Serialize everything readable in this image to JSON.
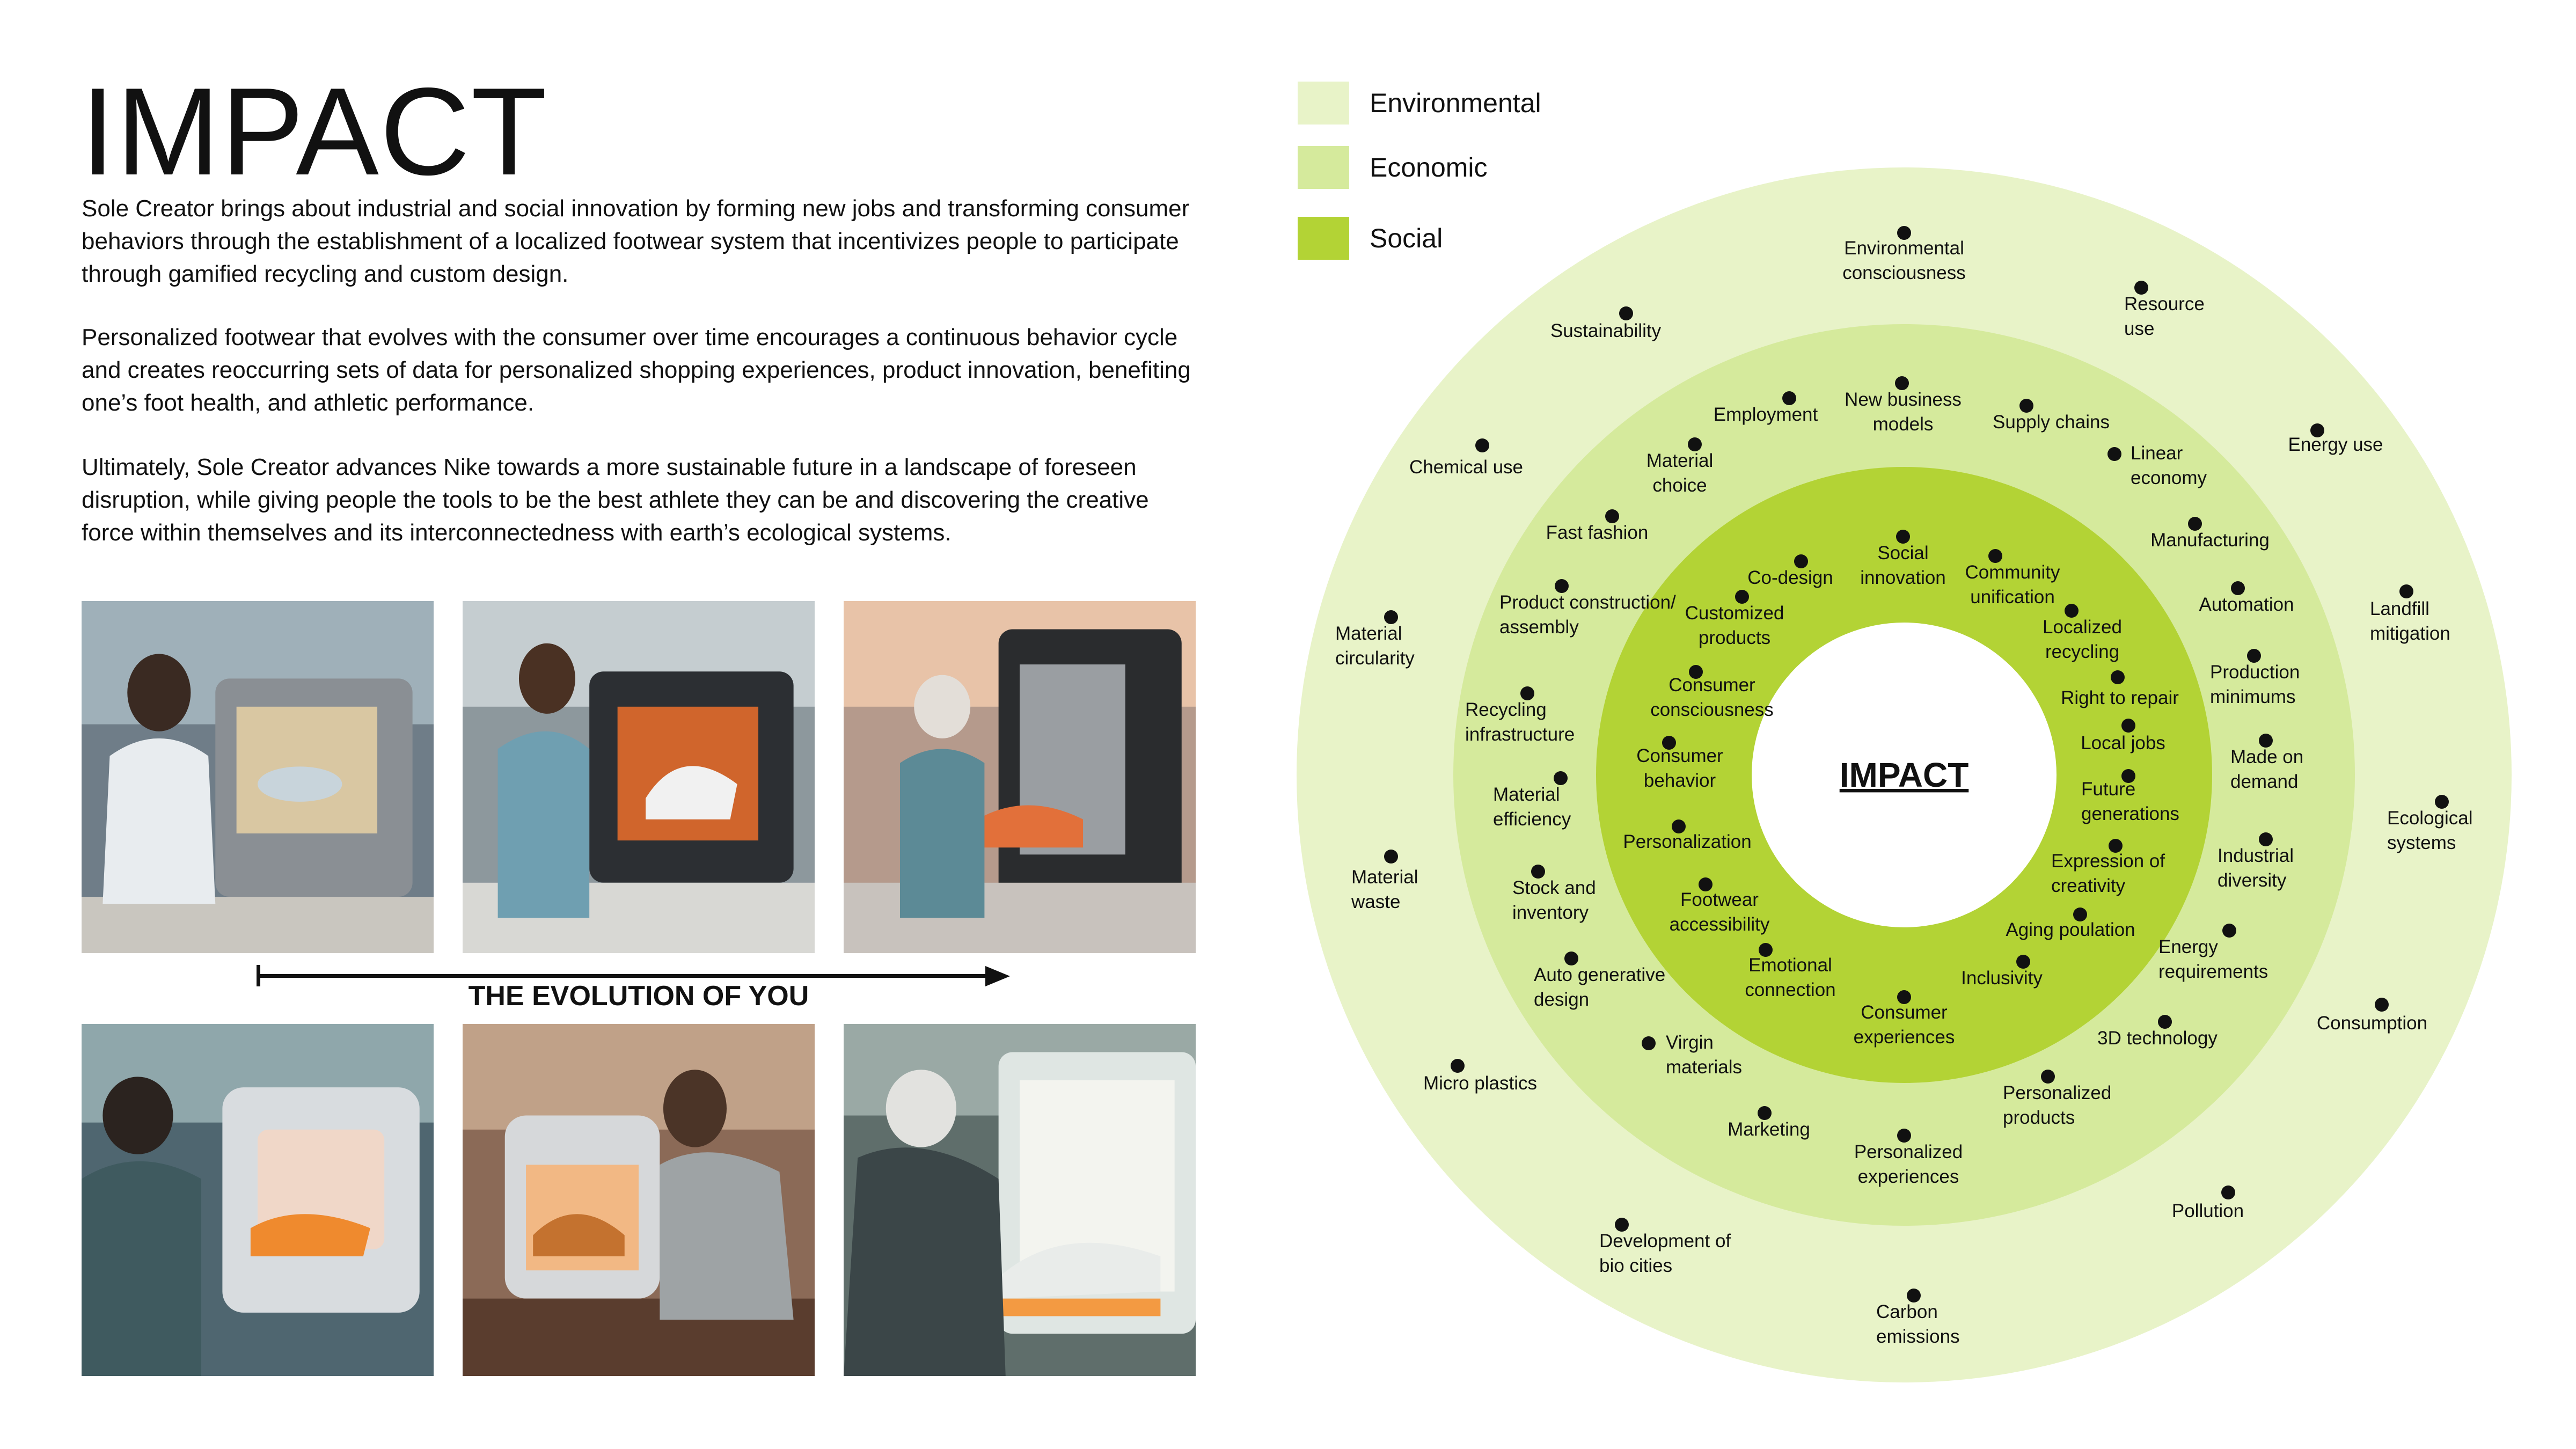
{
  "title": "IMPACT",
  "paragraphs": [
    "Sole Creator brings about industrial and social innovation by forming new jobs and transforming consumer behaviors through the establishment of a localized footwear system that incentivizes people to participate through gamified recycling and custom design.",
    "Personalized footwear that evolves with the consumer over time encourages a continuous behavior cycle and creates reoccurring sets of data for personalized shopping experiences, product innovation, benefiting one’s foot health, and athletic performance.",
    "Ultimately, Sole Creator advances Nike towards a more sustainable future in a landscape of foreseen disruption, while giving people the tools to be the best athlete they can be and discovering the creative force within themselves and its interconnectedness with earth’s ecological systems."
  ],
  "evolution_label": "THE EVOLUTION OF YOU",
  "legend": [
    {
      "label": "Environmental",
      "color": "#e8f3c8"
    },
    {
      "label": "Economic",
      "color": "#d5ea9c"
    },
    {
      "label": "Social",
      "color": "#b3d335"
    }
  ],
  "wheel": {
    "center_label": "IMPACT",
    "environmental": [
      "Environmental consciousness",
      "Sustainability",
      "Resource use",
      "Energy use",
      "Chemical use",
      "Landfill mitigation",
      "Material circularity",
      "Ecological systems",
      "Material waste",
      "Consumption",
      "Micro plastics",
      "Pollution",
      "Development of bio cities",
      "Carbon emissions"
    ],
    "economic": [
      "Employment",
      "New business models",
      "Supply chains",
      "Material choice",
      "Linear economy",
      "Fast fashion",
      "Manufacturing",
      "Product construction/ assembly",
      "Automation",
      "Recycling infrastructure",
      "Production minimums",
      "Made on demand",
      "Material efficiency",
      "Industrial diversity",
      "Stock and inventory",
      "Energy requirements",
      "Auto generative design",
      "Virgin materials",
      "3D technology",
      "Personalized products",
      "Marketing",
      "Personalized experiences"
    ],
    "social": [
      "Co-design",
      "Social innovation",
      "Community unification",
      "Customized products",
      "Localized recycling",
      "Consumer consciousness",
      "Right to repair",
      "Consumer behavior",
      "Local jobs",
      "Future generations",
      "Personalization",
      "Expression of creativity",
      "Footwear accessibility",
      "Aging poulation",
      "Emotional connection",
      "Inclusivity",
      "Consumer experiences"
    ]
  },
  "colors": {
    "environmental_ring": "#e8f3c8",
    "economic_ring": "#d5ea9c",
    "social_ring": "#b3d335",
    "text": "#111111"
  }
}
